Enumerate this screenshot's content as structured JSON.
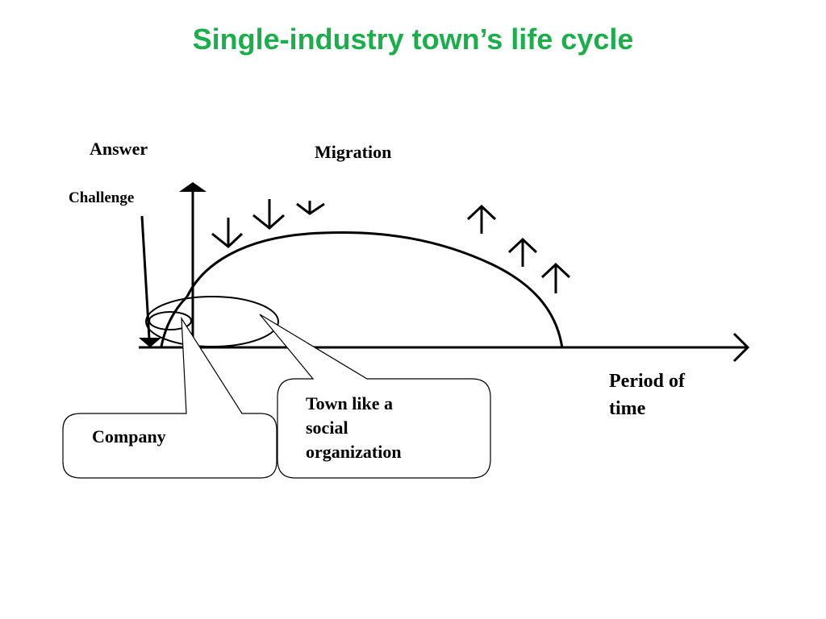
{
  "title": "Single-industry town’s life cycle",
  "colors": {
    "title": "#1aaf4b",
    "ink": "#000000",
    "background": "#ffffff"
  },
  "diagram": {
    "y_axis_label": "Answer",
    "challenge_label": "Challenge",
    "migration_label": "Migration",
    "x_axis_label_line1": "Period of",
    "x_axis_label_line2": "time",
    "callout_company": "Company",
    "callout_town_line1": "Town like a",
    "callout_town_line2": "social",
    "callout_town_line3": "organization"
  }
}
